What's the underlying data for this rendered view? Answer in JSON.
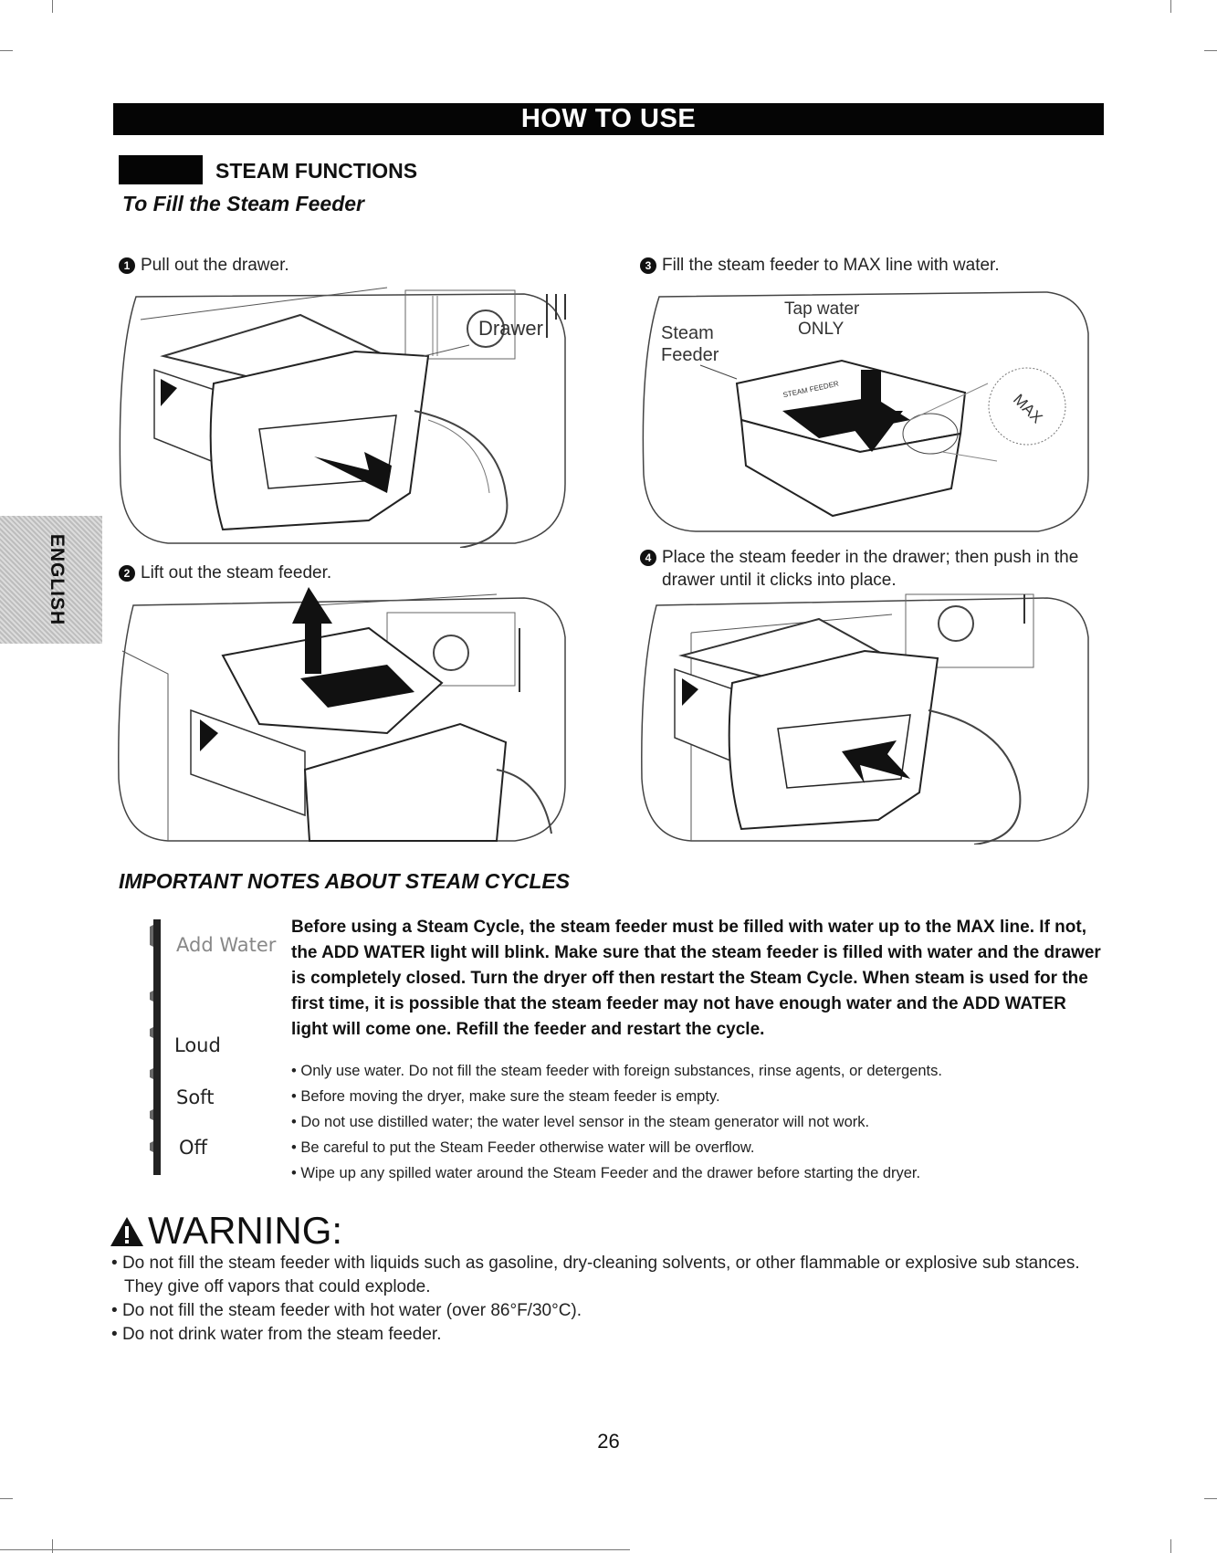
{
  "header": {
    "title": "HOW TO USE"
  },
  "section": {
    "title": "STEAM FUNCTIONS",
    "subtitle": "To Fill the Steam Feeder"
  },
  "side_tab": {
    "label": "ENGLISH"
  },
  "steps": [
    {
      "number": "1",
      "text": "Pull out the drawer."
    },
    {
      "number": "2",
      "text": "Lift out the steam feeder."
    },
    {
      "number": "3",
      "text": "Fill the steam feeder to MAX line with water."
    },
    {
      "number": "4",
      "text": "Place the steam feeder in the drawer; then push in the drawer until it clicks into place."
    }
  ],
  "illustrations": {
    "step1": {
      "callout": "Drawer"
    },
    "step3": {
      "steam_label": "Steam",
      "feeder_label": "Feeder",
      "tap_label": "Tap water",
      "only_label": "ONLY",
      "feeder_lid_text": "STEAM FEEDER",
      "max_text": "MAX"
    }
  },
  "notes": {
    "title": "IMPORTANT NOTES ABOUT STEAM CYCLES",
    "panel_labels": [
      "Add Water",
      "Loud",
      "Soft",
      "Off"
    ],
    "main": "Before using a Steam Cycle, the steam feeder must be filled with water up to the MAX line. If not, the ADD WATER light will blink. Make sure that the steam feeder is filled with water and the drawer is completely closed. Turn the dryer off then restart the Steam Cycle. When steam is used for the first time, it is possible that the steam feeder may not have enough water and the ADD WATER light will come one.  Refill the feeder and restart the cycle.",
    "bullets": [
      "Only use water. Do not fill the steam feeder with foreign substances, rinse agents, or detergents.",
      "Before moving the dryer, make sure the steam feeder is empty.",
      "Do not use distilled water; the water level sensor in the steam generator will not work.",
      "Be careful to put the Steam Feeder otherwise water will be overflow.",
      "Wipe up any spilled water around the Steam Feeder and the drawer before starting the dryer."
    ]
  },
  "warning": {
    "title": "WARNING:",
    "items": [
      "Do not fill the steam feeder with liquids such as gasoline, dry-cleaning solvents, or other flammable or explosive sub stances. They give off vapors that could explode.",
      "Do not fill the steam feeder with hot water (over 86°F/30°C).",
      "Do not drink water from the steam feeder."
    ]
  },
  "page": {
    "number": "26"
  }
}
